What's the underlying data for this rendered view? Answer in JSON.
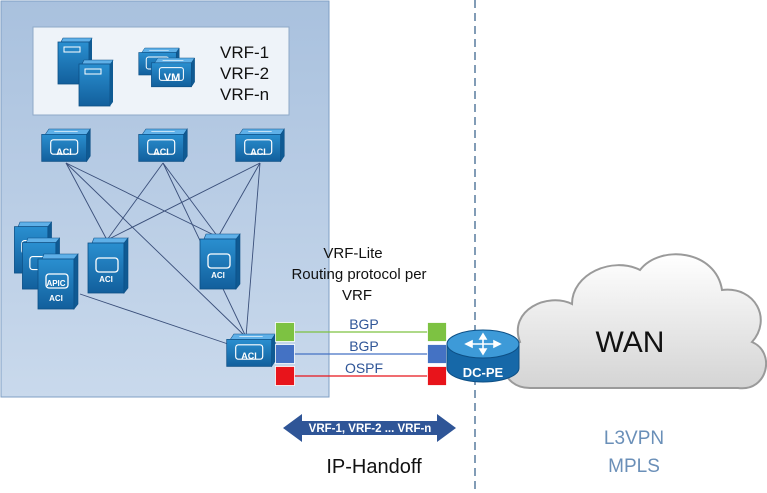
{
  "vrf_box": {
    "lines": [
      "VRF-1",
      "VRF-2",
      "VRF-n"
    ]
  },
  "vm_label": "VM",
  "aci_label": "ACI",
  "apic_label": "APIC",
  "vrf_lite": {
    "lines": [
      "VRF-Lite",
      "Routing protocol per",
      "VRF"
    ]
  },
  "links": [
    {
      "protocol": "BGP",
      "color": "#7dc242"
    },
    {
      "protocol": "BGP",
      "color": "#4472c4"
    },
    {
      "protocol": "OSPF",
      "color": "#e8141b"
    }
  ],
  "dc_pe_label": "DC-PE",
  "wan_label": "WAN",
  "handoff_arrow_label": "VRF-1, VRF-2 ... VRF-n",
  "ip_handoff_label": "IP-Handoff",
  "l3vpn_lines": [
    "L3VPN",
    "MPLS"
  ],
  "colors": {
    "fabric_bg": "#b3c9e2",
    "device_blue": "#1a7bbf",
    "accent_navy": "#2f5597",
    "divider": "#2e5a86"
  }
}
